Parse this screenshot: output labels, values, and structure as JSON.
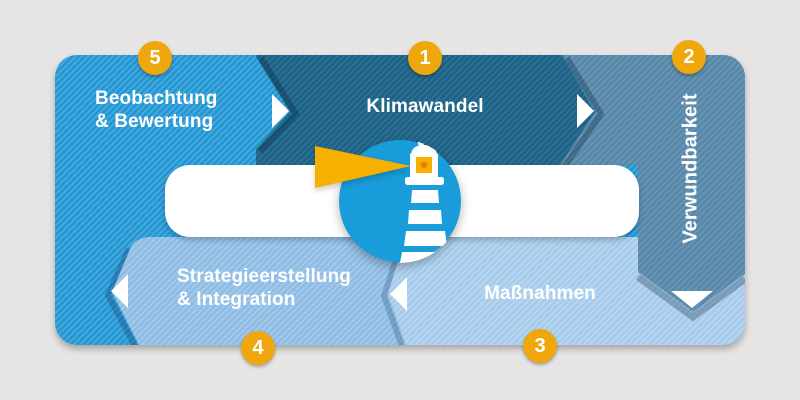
{
  "diagram": {
    "type": "cycle-diagram",
    "steps": {
      "s1": {
        "num": "1",
        "label": "Klimawandel"
      },
      "s2": {
        "num": "2",
        "label": "Verwundbarkeit"
      },
      "s3": {
        "num": "3",
        "label": "Maßnahmen"
      },
      "s4": {
        "num": "4",
        "line1": "Strategieerstellung",
        "line2": "& Integration"
      },
      "s5": {
        "num": "5",
        "line1": "Beobachtung",
        "line2": "& Bewertung"
      }
    },
    "center_icon": "lighthouse",
    "colors": {
      "background": "#e6e5e3",
      "step1_fill": "#1d6286",
      "step2_fill": "#5787a9",
      "step3_fill": "#a6cbea",
      "step4_fill": "#8fbce3",
      "step5_fill": "#2196d3",
      "badge": "#efa70e",
      "beam": "#f6b000",
      "lighthouse_circle": "#189cda",
      "band": "#ffffff",
      "text": "#ffffff"
    }
  }
}
